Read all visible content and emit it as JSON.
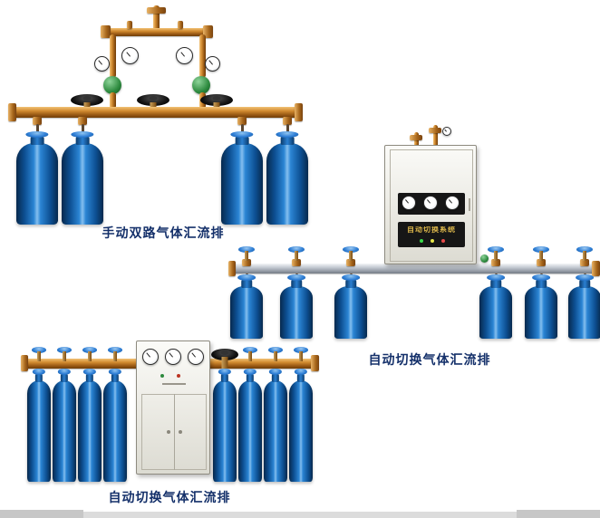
{
  "captions": {
    "manual_dual": "手动双路气体汇流排",
    "auto_switch_right": "自动切换气体汇流排",
    "auto_switch_bottom": "自动切换气体汇流排"
  },
  "control_cabinet": {
    "title": "自动切换系统"
  },
  "colors": {
    "brass_pipe": "#b06a1e",
    "steel_pipe": "#9aa0a8",
    "cylinder_blue": "#2b85d4",
    "regulator_green": "#2d8a3e",
    "caption_text": "#14306a",
    "cabinet_label_gold": "#d9b44a"
  },
  "icons": {
    "gauge": "pressure-gauge-icon",
    "black_valve": "handwheel-valve-icon",
    "blue_valve": "blue-handwheel-icon",
    "cylinder": "gas-cylinder-icon"
  }
}
